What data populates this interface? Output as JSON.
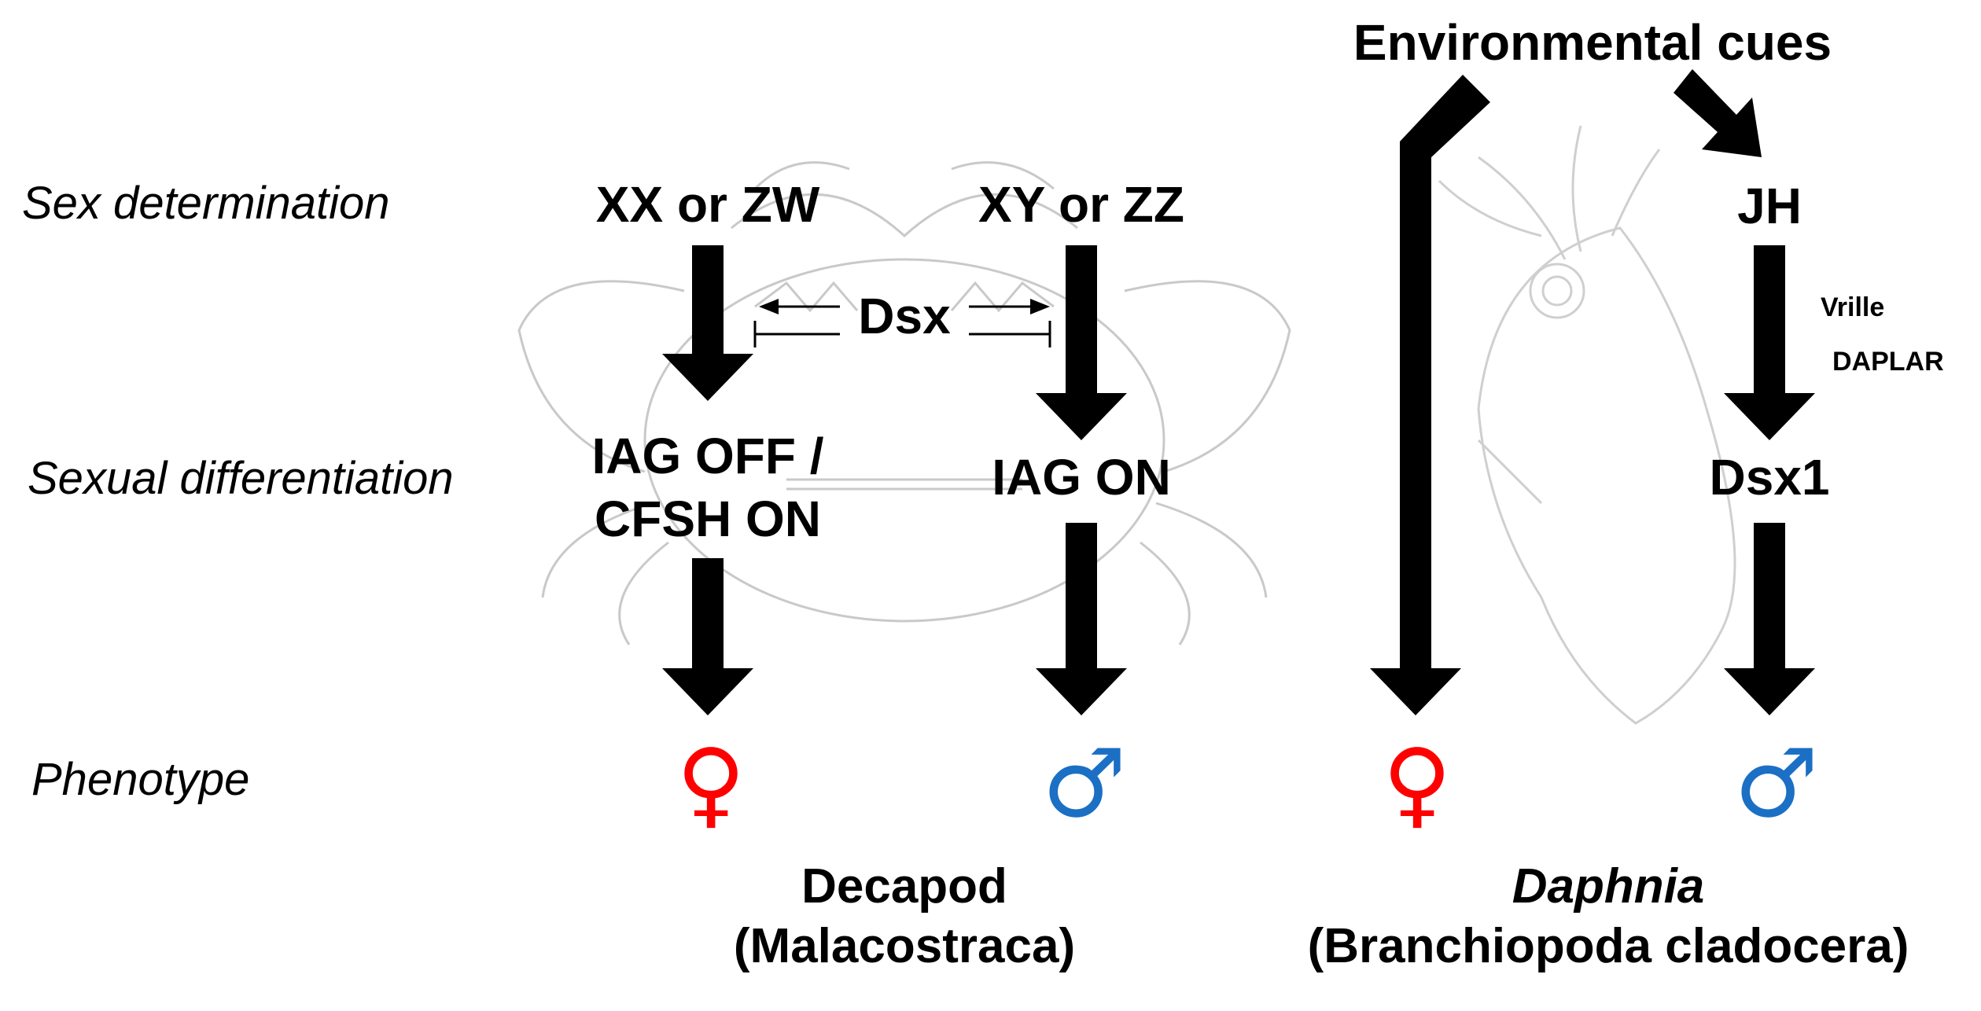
{
  "rows": {
    "sex_determination": "Sex determination",
    "sexual_differentiation": "Sexual differentiation",
    "phenotype": "Phenotype"
  },
  "decapod": {
    "female_genotype": "XX or ZW",
    "male_genotype": "XY or ZZ",
    "regulator": "Dsx",
    "female_hormone_line1": "IAG OFF /",
    "female_hormone_line2": "CFSH ON",
    "male_hormone": "IAG ON",
    "caption_line1": "Decapod",
    "caption_line2": "(Malacostraca)"
  },
  "daphnia": {
    "trigger": "Environmental cues",
    "hormone": "JH",
    "factor_1": "Vrille",
    "factor_2": "DAPLAR",
    "target_gene": "Dsx1",
    "caption_line1": "Daphnia",
    "caption_line2": "(Branchiopoda cladocera)"
  },
  "symbols": {
    "female": "♀",
    "male": "♂"
  },
  "colors": {
    "female": "#ff0000",
    "male": "#1b6fc4",
    "arrow": "#000000",
    "sketch": "#c9c9c9"
  }
}
